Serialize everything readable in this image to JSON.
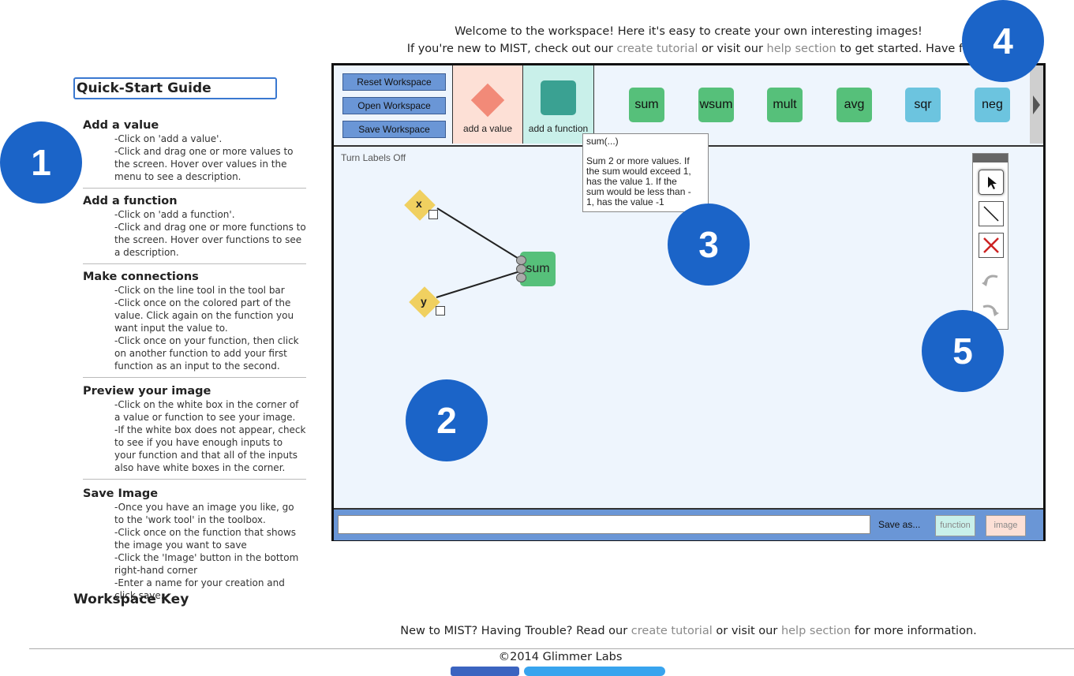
{
  "header": {
    "line1": "Welcome to the workspace! Here it's easy to create your own interesting images!",
    "line2_pre": "If you're new to MIST, check out our ",
    "line2_link1": "create tutorial",
    "line2_mid": " or visit our ",
    "line2_link2": "help section",
    "line2_post": " to get started. Have fu"
  },
  "guide": {
    "title": "Quick-Start Guide",
    "sections": [
      {
        "heading": "Add a value",
        "steps": [
          "-Click on 'add a value'.",
          "-Click and drag one or more values to the screen. Hover over values in the menu to see a description."
        ]
      },
      {
        "heading": "Add a function",
        "steps": [
          "-Click on 'add a function'.",
          "-Click and drag one or more functions to the screen. Hover over functions to see a description."
        ]
      },
      {
        "heading": "Make connections",
        "steps": [
          "-Click on the line tool in the tool bar",
          "-Click once on the colored part of the value. Click again on the function you want input the value to.",
          "-Click once on your function, then click on another function to add your first function as an input to the second."
        ]
      },
      {
        "heading": "Preview your image",
        "steps": [
          "-Click on the white box in the corner of a value or function to see your image.",
          "-If the white box does not appear, check to see if you have enough inputs to your function and that all of the inputs also have white boxes in the corner."
        ]
      },
      {
        "heading": "Save Image",
        "steps": [
          "-Once you have an image you like, go to the 'work tool' in the toolbox.",
          "-Click once on the function that shows the image you want to save",
          "-Click the 'Image' button in the bottom right-hand corner",
          "-Enter a name for your creation and click save."
        ]
      }
    ],
    "key_title": "Workspace Key"
  },
  "markers": [
    "1",
    "2",
    "3",
    "4",
    "5"
  ],
  "workspace": {
    "buttons": [
      "Reset Workspace",
      "Open Workspace",
      "Save Workspace"
    ],
    "add_value_label": "add a value",
    "add_function_label": "add a function",
    "functions": [
      {
        "name": "sum",
        "color": "#56c07a"
      },
      {
        "name": "wsum",
        "color": "#56c07a"
      },
      {
        "name": "mult",
        "color": "#56c07a"
      },
      {
        "name": "avg",
        "color": "#56c07a"
      },
      {
        "name": "sqr",
        "color": "#6cc4df"
      },
      {
        "name": "neg",
        "color": "#6cc4df"
      }
    ],
    "tooltip": {
      "title": "sum(...)",
      "description": "Sum 2 or more values.  If\nthe sum would exceed 1,\nhas the value 1.  If the\nsum would be less than -\n1, has the value -1"
    },
    "labels_toggle": "Turn Labels Off",
    "nodes": {
      "value1": "x",
      "value2": "y",
      "function": "sum"
    },
    "save_as": "Save as...",
    "save_function": "function",
    "save_image": "image"
  },
  "footer": {
    "pre": "New to MIST? Having Trouble? Read our ",
    "link1": "create tutorial",
    "mid": " or visit our ",
    "link2": "help section",
    "post": " for more information.",
    "copyright": "©2014 Glimmer Labs"
  },
  "colors": {
    "marker": "#1b64c8",
    "value_node": "#f0d060",
    "function_node": "#56c07a",
    "add_value_tile": "#fde0d6",
    "add_function_tile": "#c9f0ea",
    "bottom_bar": "#6a96d6"
  }
}
